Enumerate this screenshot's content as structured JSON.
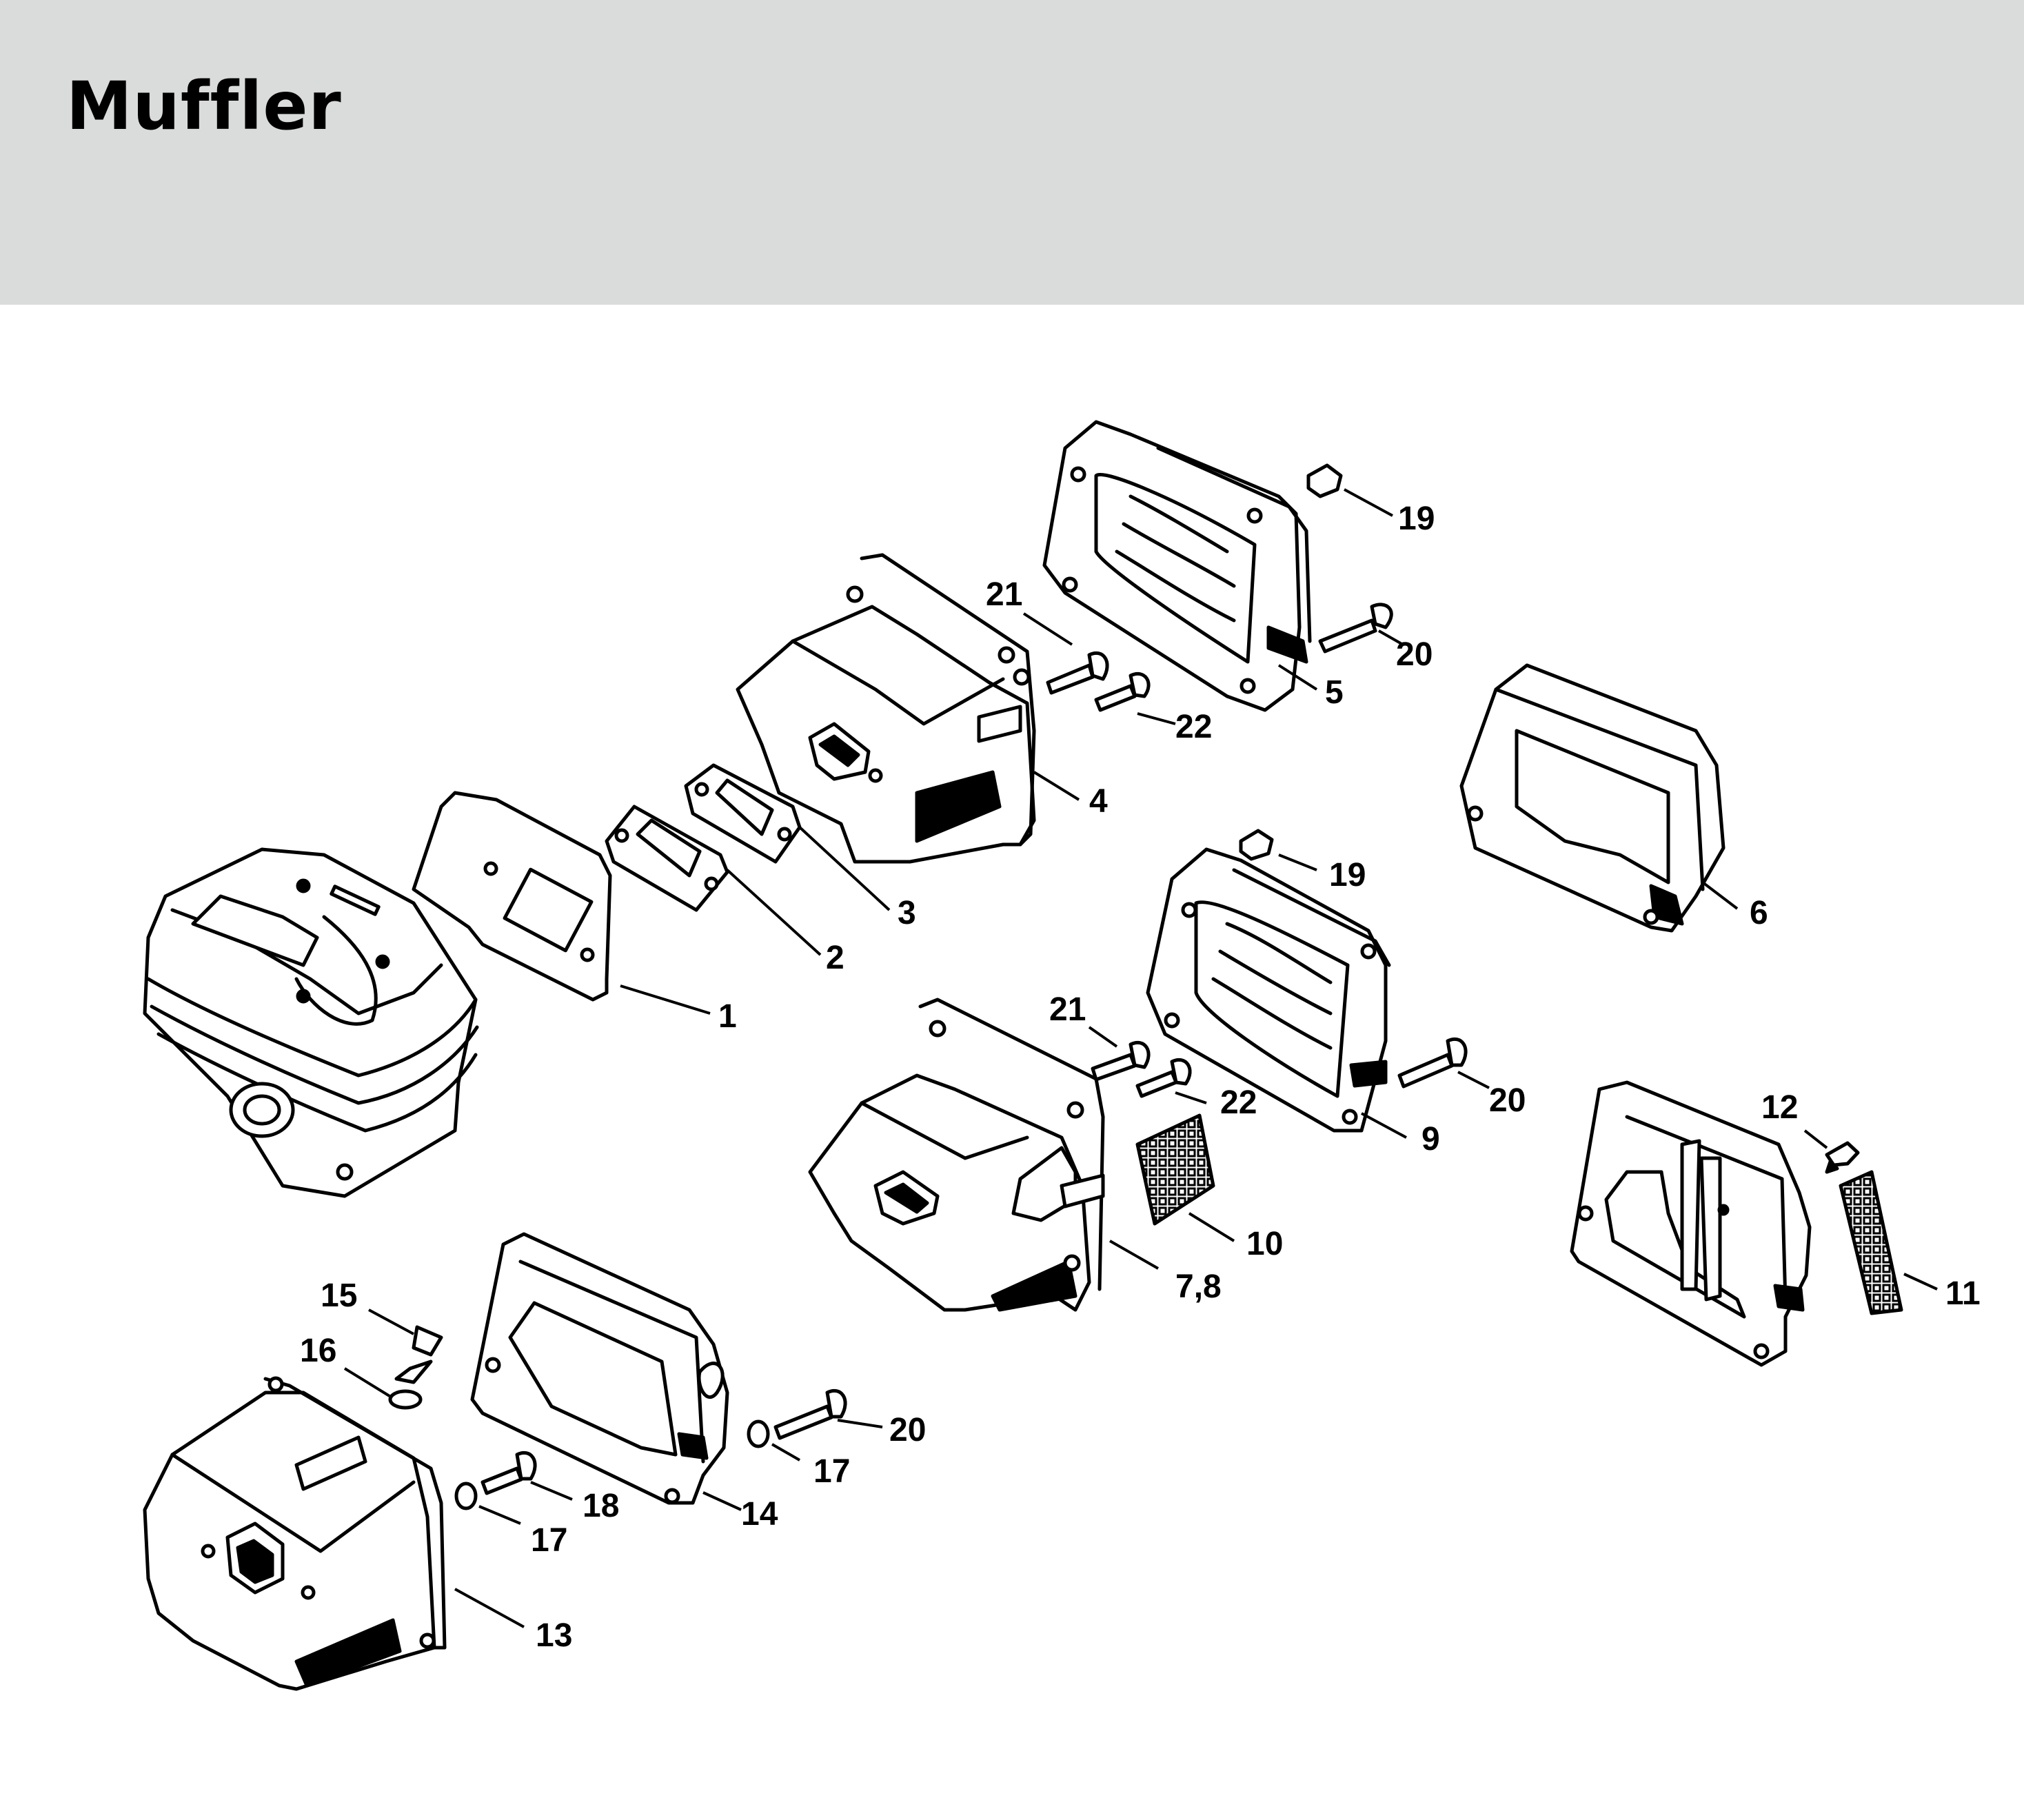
{
  "title": "Muffler",
  "colors": {
    "header_bg": "#dadbdb",
    "ink": "#000000",
    "paper": "#ffffff"
  },
  "labels": {
    "l1": "1",
    "l2": "2",
    "l3": "3",
    "l4": "4",
    "l5": "5",
    "l6": "6",
    "l78": "7,8",
    "l9": "9",
    "l10": "10",
    "l11": "11",
    "l12": "12",
    "l13": "13",
    "l14": "14",
    "l15": "15",
    "l16": "16",
    "l17a": "17",
    "l17b": "17",
    "l18": "18",
    "l19a": "19",
    "l19b": "19",
    "l20a": "20",
    "l20b": "20",
    "l20c": "20",
    "l21a": "21",
    "l21b": "21",
    "l22a": "22",
    "l22b": "22"
  }
}
